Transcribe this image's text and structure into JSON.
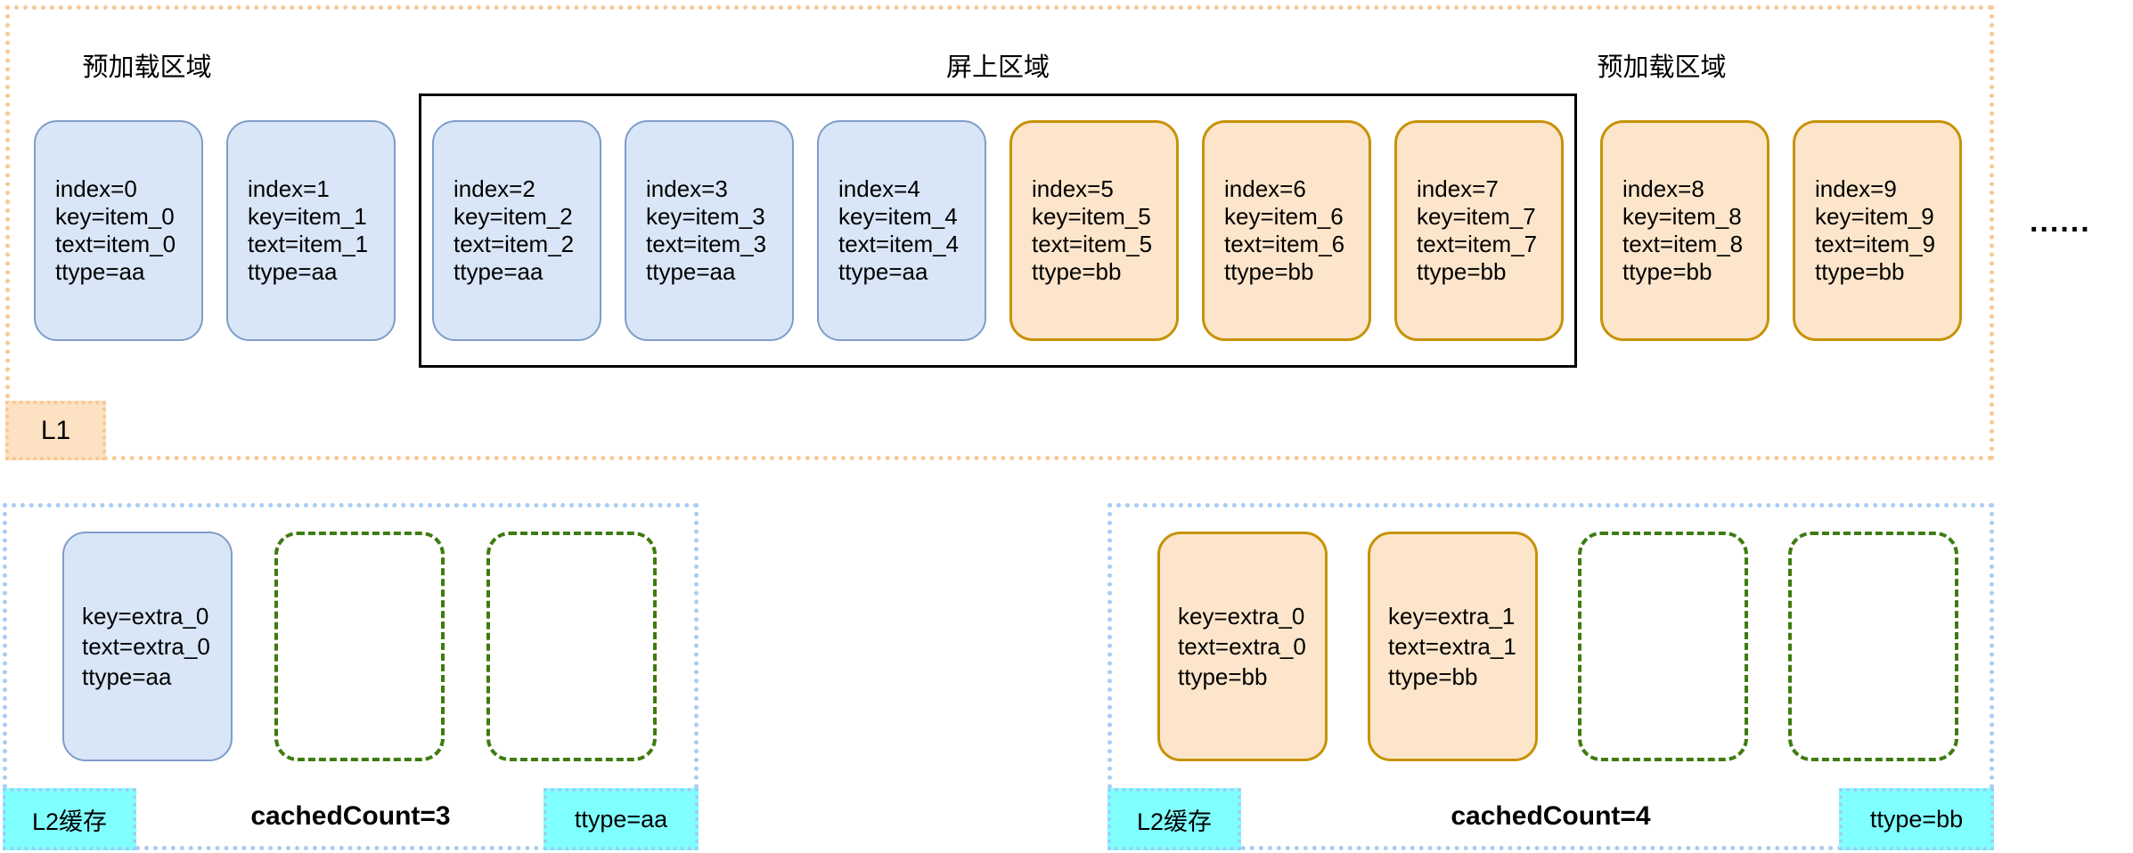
{
  "l1": {
    "tag": "L1",
    "region_labels": [
      "预加载区域",
      "屏上区域",
      "预加载区域"
    ],
    "ellipsis": "......",
    "cards": [
      {
        "index": "index=0",
        "key": "key=item_0",
        "text": "text=item_0",
        "ttype": "ttype=aa",
        "type": "aa"
      },
      {
        "index": "index=1",
        "key": "key=item_1",
        "text": "text=item_1",
        "ttype": "ttype=aa",
        "type": "aa"
      },
      {
        "index": "index=2",
        "key": "key=item_2",
        "text": "text=item_2",
        "ttype": "ttype=aa",
        "type": "aa"
      },
      {
        "index": "index=3",
        "key": "key=item_3",
        "text": "text=item_3",
        "ttype": "ttype=aa",
        "type": "aa"
      },
      {
        "index": "index=4",
        "key": "key=item_4",
        "text": "text=item_4",
        "ttype": "ttype=aa",
        "type": "aa"
      },
      {
        "index": "index=5",
        "key": "key=item_5",
        "text": "text=item_5",
        "ttype": "ttype=bb",
        "type": "bb"
      },
      {
        "index": "index=6",
        "key": "key=item_6",
        "text": "text=item_6",
        "ttype": "ttype=bb",
        "type": "bb"
      },
      {
        "index": "index=7",
        "key": "key=item_7",
        "text": "text=item_7",
        "ttype": "ttype=bb",
        "type": "bb"
      },
      {
        "index": "index=8",
        "key": "key=item_8",
        "text": "text=item_8",
        "ttype": "ttype=bb",
        "type": "bb"
      },
      {
        "index": "index=9",
        "key": "key=item_9",
        "text": "text=item_9",
        "ttype": "ttype=bb",
        "type": "bb"
      }
    ],
    "onscreen_card_range": "index 2 to index 7"
  },
  "l2_left": {
    "tag": "L2缓存",
    "cached_count": "cachedCount=3",
    "ttype_badge": "ttype=aa",
    "cards": [
      {
        "key": "key=extra_0",
        "text": "text=extra_0",
        "ttype": "ttype=aa"
      }
    ],
    "empty_slots": 2
  },
  "l2_right": {
    "tag": "L2缓存",
    "cached_count": "cachedCount=4",
    "ttype_badge": "ttype=bb",
    "cards": [
      {
        "key": "key=extra_0",
        "text": "text=extra_0",
        "ttype": "ttype=bb"
      },
      {
        "key": "key=extra_1",
        "text": "text=extra_1",
        "ttype": "ttype=bb"
      }
    ],
    "empty_slots": 2
  },
  "colors": {
    "l1_border": "#f9c795",
    "l1_tag_fill": "#fce1c2",
    "l2_border": "#a7cdf4",
    "blue_card_fill": "#d9e6f7",
    "blue_card_border": "#7f9dc8",
    "orange_card_fill": "#fce5ca",
    "orange_card_border": "#c79208",
    "empty_slot_border": "#3e7b10",
    "badge_fill": "#80ffff",
    "badge_border": "#9ecdf4",
    "screen_box_border": "#000000",
    "text": "#000000"
  }
}
